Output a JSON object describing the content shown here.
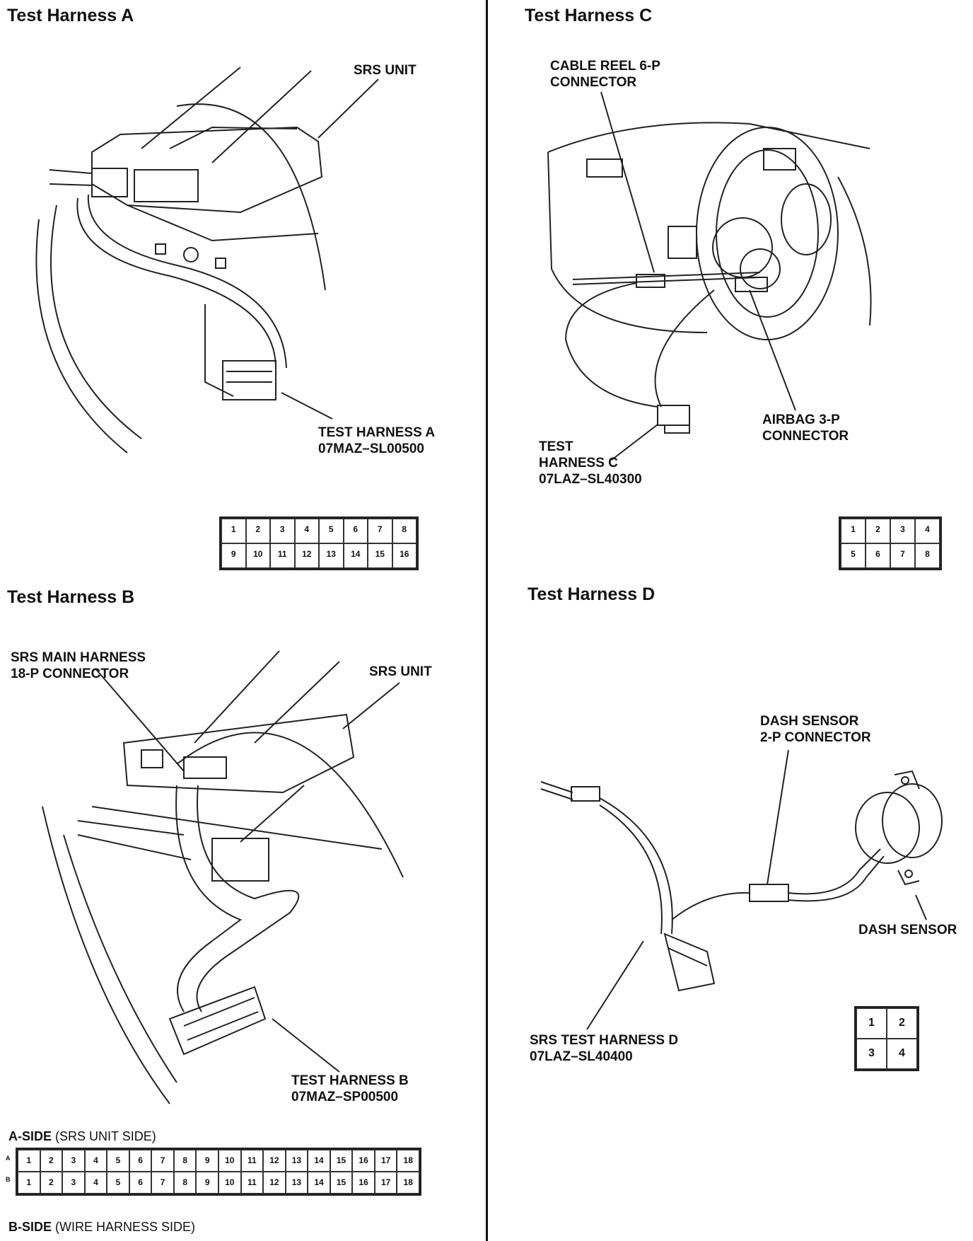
{
  "harness_a": {
    "heading": "Test Harness A",
    "label_unit": "SRS UNIT",
    "label_harness_1": "TEST HARNESS A",
    "label_harness_2": "07MAZ–SL00500",
    "pins_top": [
      "1",
      "2",
      "3",
      "4",
      "5",
      "6",
      "7",
      "8"
    ],
    "pins_bottom": [
      "9",
      "10",
      "11",
      "12",
      "13",
      "14",
      "15",
      "16"
    ]
  },
  "harness_b": {
    "heading": "Test Harness B",
    "label_main_1": "SRS MAIN HARNESS",
    "label_main_2": "18-P CONNECTOR",
    "label_unit": "SRS UNIT",
    "label_harness_1": "TEST HARNESS B",
    "label_harness_2": "07MAZ–SP00500",
    "a_side_bold": "A-SIDE",
    "a_side_rest": " (SRS UNIT SIDE)",
    "b_side_bold": "B-SIDE",
    "b_side_rest": " (WIRE HARNESS SIDE)",
    "row_a": "A",
    "row_b": "B",
    "pins_a": [
      "1",
      "2",
      "3",
      "4",
      "5",
      "6",
      "7",
      "8",
      "9",
      "10",
      "11",
      "12",
      "13",
      "14",
      "15",
      "16",
      "17",
      "18"
    ],
    "pins_b": [
      "1",
      "2",
      "3",
      "4",
      "5",
      "6",
      "7",
      "8",
      "9",
      "10",
      "11",
      "12",
      "13",
      "14",
      "15",
      "16",
      "17",
      "18"
    ]
  },
  "harness_c": {
    "heading": "Test Harness C",
    "label_reel_1": "CABLE REEL 6-P",
    "label_reel_2": "CONNECTOR",
    "label_airbag_1": "AIRBAG 3-P",
    "label_airbag_2": "CONNECTOR",
    "label_harness_1": "TEST",
    "label_harness_2": "HARNESS C",
    "label_harness_3": "07LAZ–SL40300",
    "pins_top": [
      "1",
      "2",
      "3",
      "4"
    ],
    "pins_bottom": [
      "5",
      "6",
      "7",
      "8"
    ]
  },
  "harness_d": {
    "heading": "Test Harness D",
    "label_dash_conn_1": "DASH SENSOR",
    "label_dash_conn_2": "2-P CONNECTOR",
    "label_dash_sensor": "DASH SENSOR",
    "label_harness_1": "SRS TEST HARNESS D",
    "label_harness_2": "07LAZ–SL40400",
    "pins": [
      "1",
      "2",
      "3",
      "4"
    ]
  }
}
